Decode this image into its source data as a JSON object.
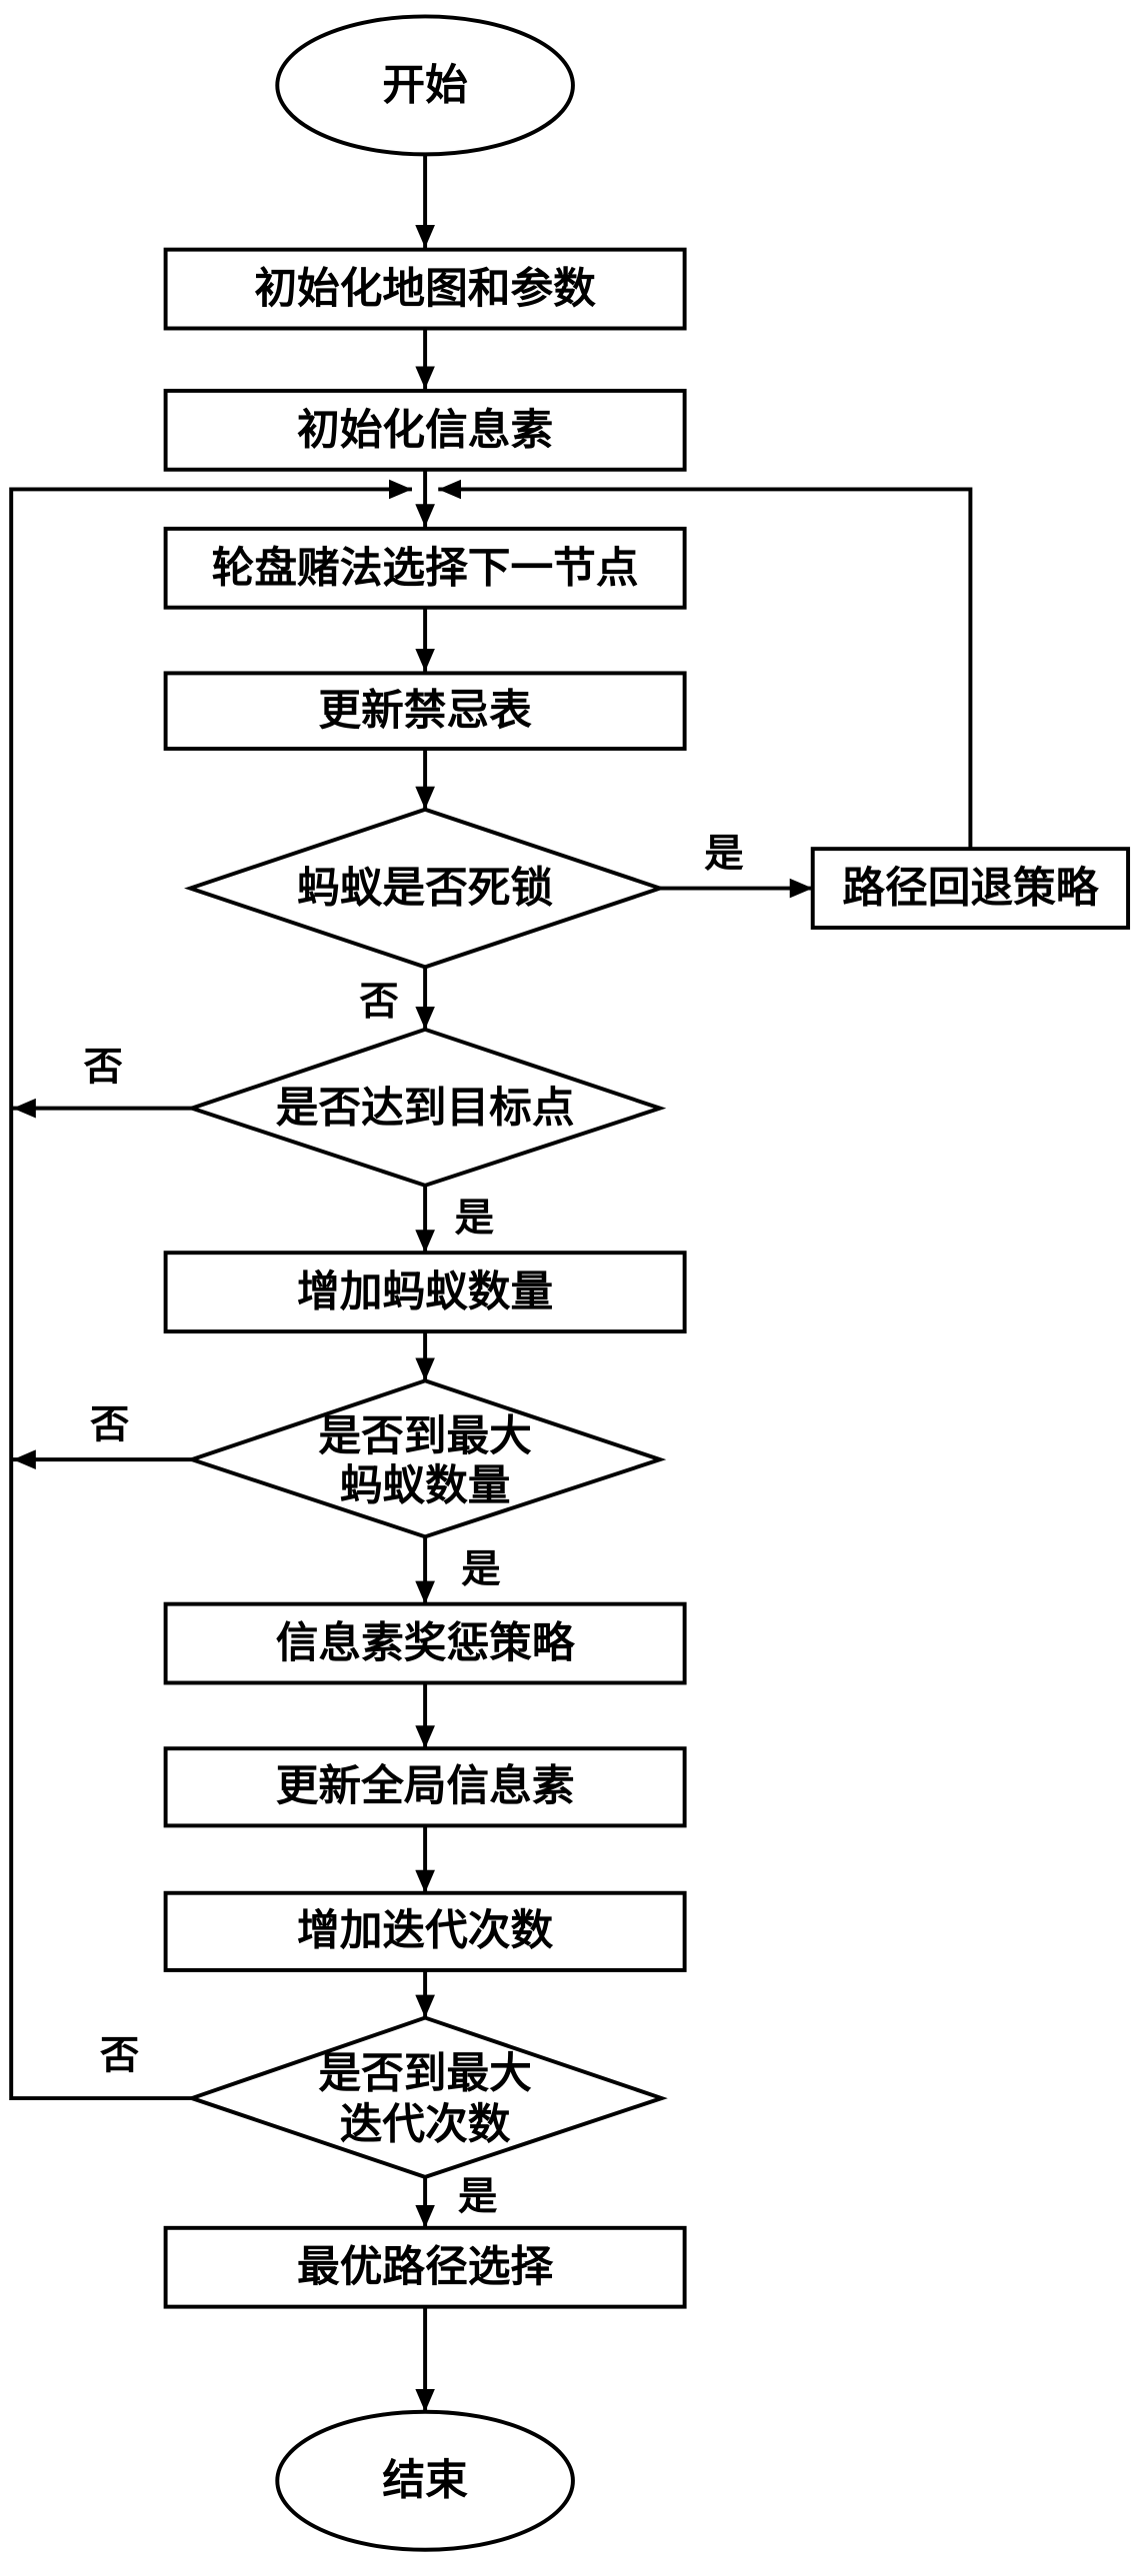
{
  "nodes": {
    "start": "开始",
    "init_map": "初始化地图和参数",
    "init_pheromone": "初始化信息素",
    "roulette": "轮盘赌法选择下一节点",
    "update_tabu": "更新禁忌表",
    "deadlock": "蚂蚁是否死锁",
    "backtrack": "路径回退策略",
    "reach_target": "是否达到目标点",
    "add_ants": "增加蚂蚁数量",
    "max_ants": [
      "是否到最大",
      "蚂蚁数量"
    ],
    "reward_penalty": "信息素奖惩策略",
    "update_global": "更新全局信息素",
    "add_iterations": "增加迭代次数",
    "max_iterations": [
      "是否到最大",
      "迭代次数"
    ],
    "best_path": "最优路径选择",
    "end": "结束"
  },
  "edge_labels": {
    "deadlock_yes": "是",
    "deadlock_no": "否",
    "reach_target_no": "否",
    "reach_target_yes": "是",
    "max_ants_no": "否",
    "max_ants_yes": "是",
    "max_iterations_no": "否",
    "max_iterations_yes": "是"
  }
}
